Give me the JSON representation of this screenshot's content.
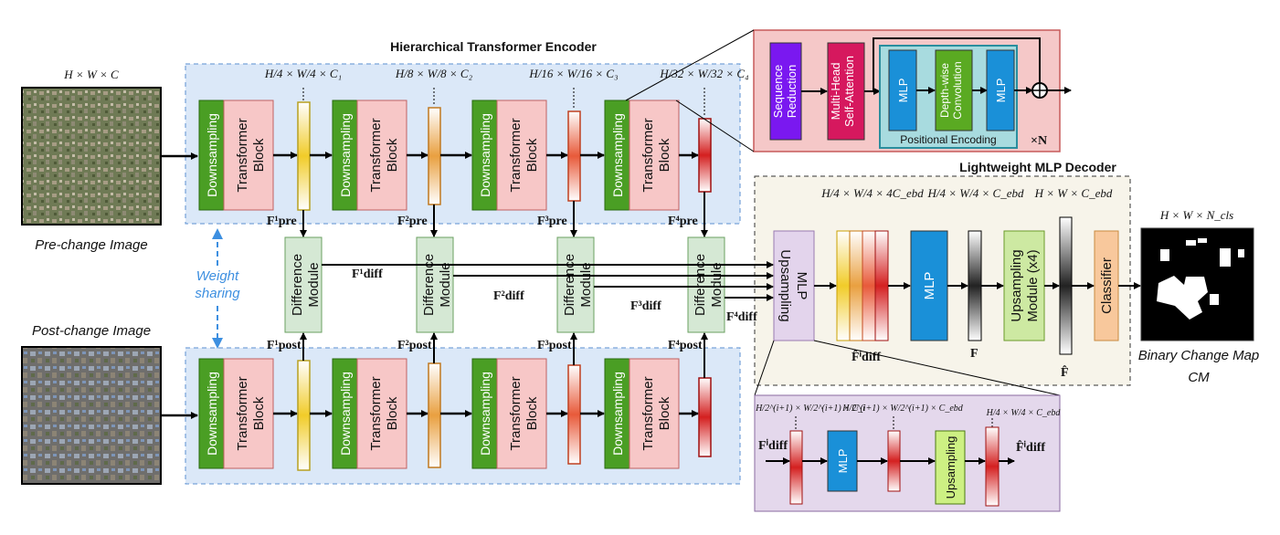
{
  "encoder": {
    "title": "Hierarchical Transformer Encoder",
    "downsampling_label": "Downsampling",
    "transformer_label": "Transformer Block",
    "stage_dims": [
      "H/4 × W/4 × C₁",
      "H/8 × W/8 × C₂",
      "H/16 × W/16 × C₃",
      "H/32 × W/32 × C₄"
    ],
    "pre_features": [
      "F¹pre",
      "F²pre",
      "F³pre",
      "F⁴pre"
    ],
    "post_features": [
      "F¹post",
      "F²post",
      "F³post",
      "F⁴post"
    ]
  },
  "difference": {
    "label": "Difference Module",
    "diff_features": [
      "F¹diff",
      "F²diff",
      "F³diff",
      "F⁴diff"
    ]
  },
  "inputs": {
    "input_dim": "H × W × C",
    "pre_caption": "Pre-change Image",
    "post_caption": "Post-change Image",
    "weight_sharing": "Weight sharing"
  },
  "transformer_detail": {
    "sequence_reduction": "Sequence Reduction",
    "self_attention": "Multi-Head Self-Attention",
    "mlp": "MLP",
    "depthwise": "Depth-wise Convolution",
    "positional_encoding": "Positional Encoding",
    "repeat": "×N"
  },
  "decoder": {
    "title": "Lightweight MLP Decoder",
    "mlp_upsampling": "MLP Upsampling",
    "mlp": "MLP",
    "upsampling_module": "Upsampling Module (x4)",
    "classifier": "Classifier",
    "dim_concat": "H/4 × W/4 × 4C_ebd",
    "dim_fused": "H/4 × W/4 × C_ebd",
    "dim_full": "H × W × C_ebd",
    "f_hat_diff": "F̂ⁱdiff",
    "f_label": "F",
    "f_hat": "F̂"
  },
  "mlp_upsampling_detail": {
    "dim_in": "H/2^(i+1) × W/2^(i+1) × C_i",
    "dim_mid": "H/2^(i+1) × W/2^(i+1) × C_ebd",
    "dim_out": "H/4 × W/4 × C_ebd",
    "input_label": "Fⁱdiff",
    "mlp": "MLP",
    "upsampling": "Upsampling",
    "output_label": "F̂ⁱdiff"
  },
  "output": {
    "dim": "H × W × N_cls",
    "caption": "Binary Change Map",
    "cm": "CM"
  },
  "colors": {
    "encoder_bg": "#dbe8f8",
    "downsampling": "#4a9e24",
    "transformer": "#f7c7c7",
    "difference": "#d5e8d4",
    "detail_bg": "#f5c8c8",
    "sequence_reduction": "#7a18f0",
    "self_attention": "#d6185e",
    "mlp_blue": "#1a90d8",
    "depthwise": "#5aaa22",
    "pos_enc_bg": "#a8dbdf",
    "decoder_bg": "#f7f4ea",
    "mlp_upsampling": "#e3d4ec",
    "upsampling_module": "#cde9a2",
    "classifier": "#f8c89c",
    "decoder_detail_bg": "#e4d8ec",
    "upsampling_yellow": "#cdf083"
  }
}
